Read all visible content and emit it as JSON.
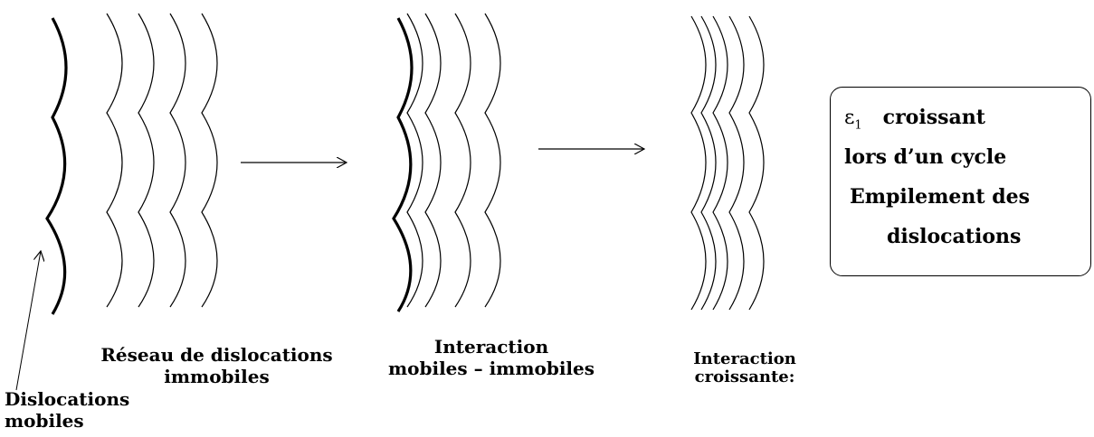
{
  "labels": {
    "mobile_dislocations": [
      "Dislocations",
      "mobiles"
    ],
    "immobile_network": [
      "Réseau de dislocations",
      "immobiles"
    ],
    "interaction": [
      "Interaction",
      "mobiles – immobiles"
    ],
    "increasing_interaction": [
      "Interaction",
      "croissante:"
    ]
  },
  "box": {
    "epsilon_symbol": "ε",
    "epsilon_subscript": "1",
    "line1_rest": "croissant",
    "line2": "lors d’un cycle",
    "line3": "Empilement des",
    "line4": "dislocations"
  }
}
